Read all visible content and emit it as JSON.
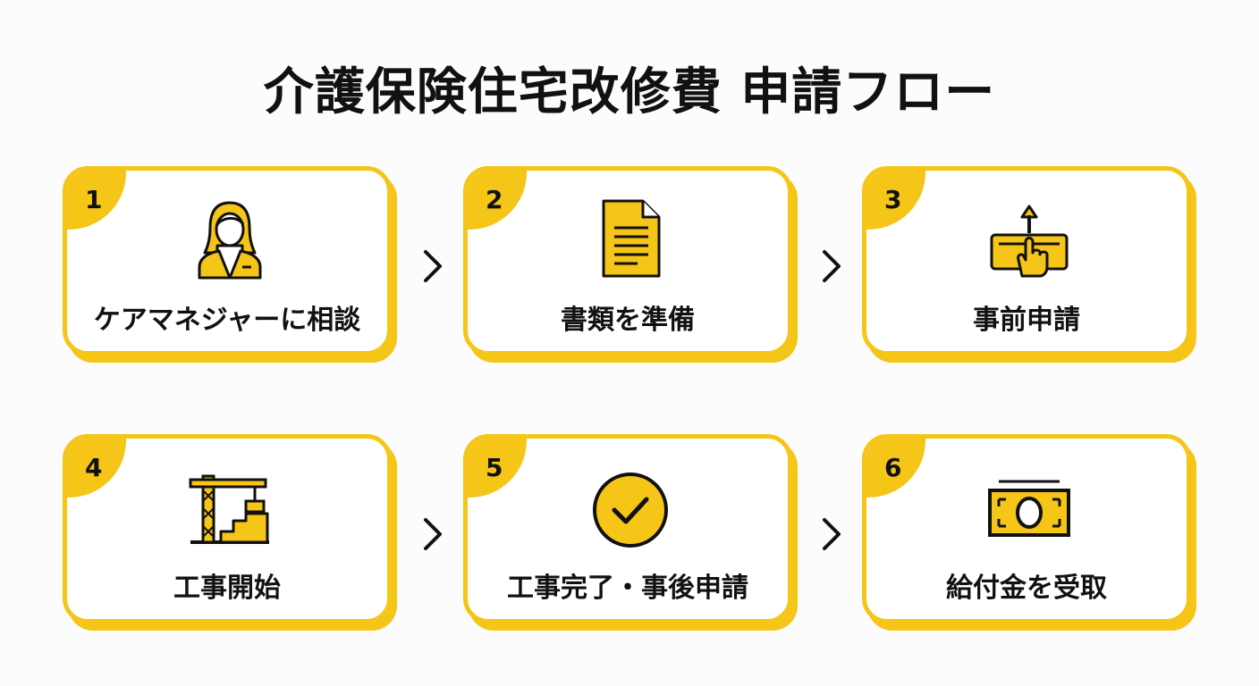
{
  "title": "介護保険住宅改修費 申請フロー",
  "steps": [
    {
      "number": "1",
      "label": "ケアマネジャーに相談",
      "icon": "care-manager-icon"
    },
    {
      "number": "2",
      "label": "書類を準備",
      "icon": "document-icon"
    },
    {
      "number": "3",
      "label": "事前申請",
      "icon": "submit-upload-icon"
    },
    {
      "number": "4",
      "label": "工事開始",
      "icon": "construction-crane-icon"
    },
    {
      "number": "5",
      "label": "工事完了・事後申請",
      "icon": "check-circle-icon"
    },
    {
      "number": "6",
      "label": "給付金を受取",
      "icon": "cash-icon"
    }
  ],
  "colors": {
    "accent": "#f5c518",
    "text": "#111111",
    "background": "#fcfcfc"
  }
}
